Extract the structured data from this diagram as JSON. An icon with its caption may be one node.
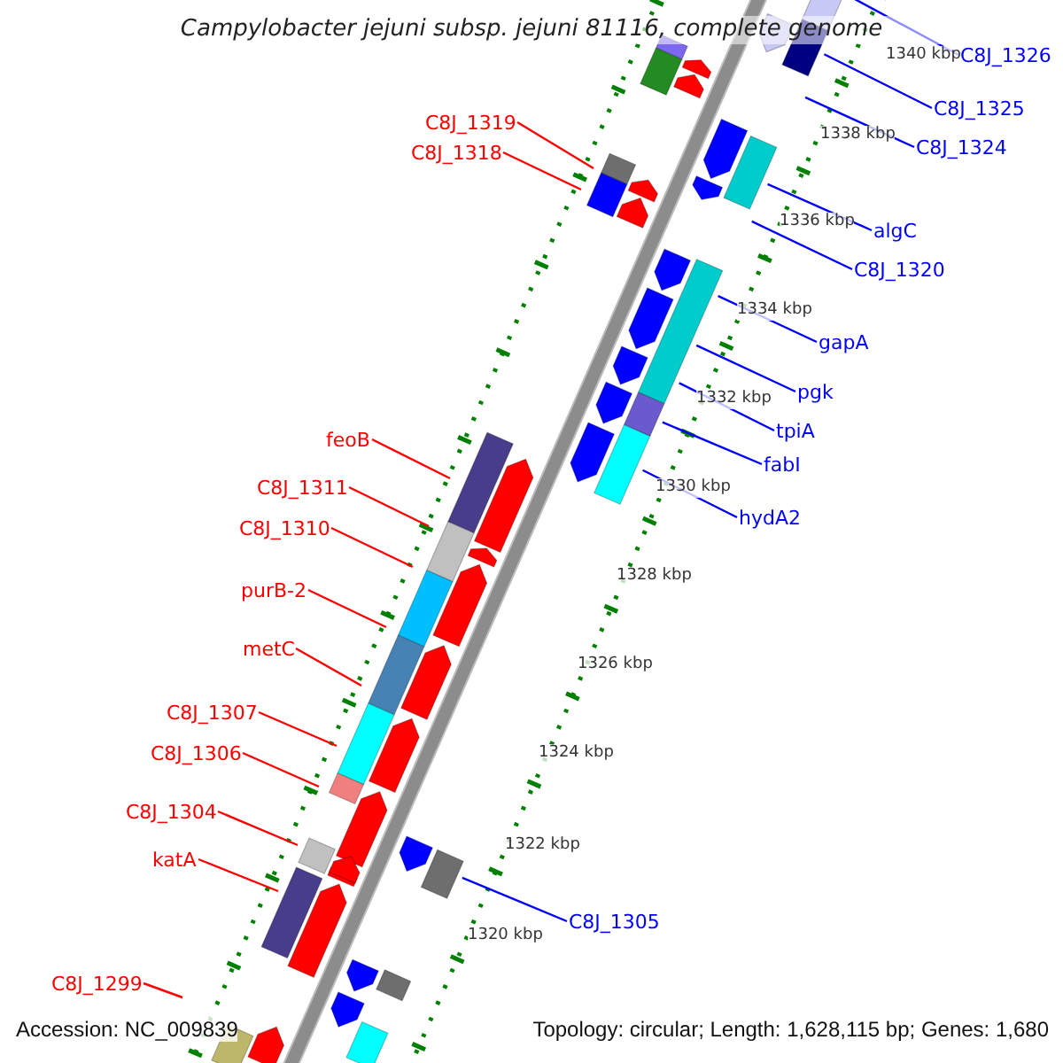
{
  "diagram": {
    "title": "Campylobacter jejuni subsp. jejuni 81116, complete genome",
    "nodes": [
      {
        "text": [
          "C8J_1326"
        ]
      },
      {
        "text": [
          "C8J_1325"
        ]
      },
      {
        "text": [
          "C8J_1319"
        ]
      },
      {
        "text": [
          "C8J_1324"
        ]
      },
      {
        "text": [
          "C8J_1318"
        ]
      },
      {
        "text": [
          "algC"
        ]
      },
      {
        "text": [
          "C8J_1320"
        ]
      },
      {
        "text": [
          "gapA"
        ]
      },
      {
        "text": [
          "pgk"
        ]
      },
      {
        "text": [
          "tpiA"
        ]
      },
      {
        "text": [
          "feoB"
        ]
      },
      {
        "text": [
          "fabI"
        ]
      },
      {
        "text": [
          "C8J_1311"
        ]
      },
      {
        "text": [
          "hydA2"
        ]
      },
      {
        "text": [
          "C8J_1310"
        ]
      },
      {
        "text": [
          "purB-2"
        ]
      },
      {
        "text": [
          "metC"
        ]
      },
      {
        "text": [
          "C8J_1307"
        ]
      },
      {
        "text": [
          "C8J_1306"
        ]
      },
      {
        "text": [
          "C8J_1304"
        ]
      },
      {
        "text": [
          "katA"
        ]
      },
      {
        "text": [
          "C8J_1305"
        ]
      },
      {
        "text": [
          "C8J_1299"
        ]
      }
    ],
    "edges": [
      {
        "from": 0,
        "to": null,
        "arrow": "none",
        "color": "#0000ff"
      },
      {
        "from": 1,
        "to": null,
        "arrow": "none",
        "color": "#0000ff"
      },
      {
        "from": 2,
        "to": null,
        "arrow": "none"
      },
      {
        "from": 3,
        "to": null,
        "arrow": "none",
        "color": "#0000ff"
      },
      {
        "from": 4,
        "to": null,
        "arrow": "none"
      },
      {
        "from": 5,
        "to": null,
        "arrow": "none",
        "color": "#0000ff"
      },
      {
        "from": 6,
        "to": null,
        "arrow": "none",
        "color": "#0000ff"
      },
      {
        "from": 7,
        "to": null,
        "arrow": "none",
        "color": "#0000ff"
      },
      {
        "from": 8,
        "to": null,
        "arrow": "none",
        "color": "#0000ff"
      },
      {
        "from": 9,
        "to": null,
        "arrow": "none",
        "color": "#0000ff"
      },
      {
        "from": 10,
        "to": null,
        "arrow": "none"
      },
      {
        "from": 11,
        "to": null,
        "arrow": "none",
        "color": "#0000ff"
      },
      {
        "from": 12,
        "to": null,
        "arrow": "none"
      },
      {
        "from": 13,
        "to": null,
        "arrow": "none",
        "color": "#0000ff"
      },
      {
        "from": 14,
        "to": null,
        "arrow": "none"
      },
      {
        "from": 15,
        "to": null,
        "arrow": "none"
      },
      {
        "from": 16,
        "to": null,
        "arrow": "none"
      },
      {
        "from": 17,
        "to": null,
        "arrow": "none"
      },
      {
        "from": 18,
        "to": null,
        "arrow": "none"
      },
      {
        "from": 19,
        "to": null,
        "arrow": "none"
      },
      {
        "from": 20,
        "to": null,
        "arrow": "none"
      },
      {
        "from": 21,
        "to": null,
        "arrow": "none",
        "color": "#0000ff"
      },
      {
        "from": 22,
        "to": null,
        "arrow": "none"
      }
    ],
    "labels": [
      "1340 kbp",
      "1338 kbp",
      "1336 kbp",
      "1334 kbp",
      "1332 kbp",
      "1330 kbp",
      "1328 kbp",
      "1326 kbp",
      "1324 kbp",
      "1322 kbp",
      "1320 kbp",
      "Accession: NC_009839",
      "Topology: circular; Length: 1,628,115 bp; Genes: 1,680"
    ]
  }
}
